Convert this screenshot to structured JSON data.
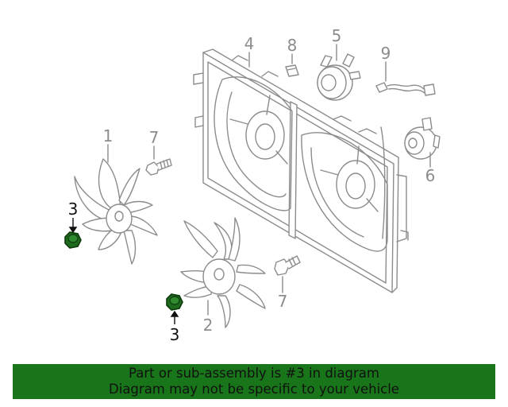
{
  "callouts": {
    "fan_left": "1",
    "fan_right": "2",
    "nut_left": "3",
    "nut_right": "3",
    "shroud": "4",
    "motor_top": "5",
    "motor_right": "6",
    "bolt_top": "7",
    "bolt_bottom": "7",
    "clip": "8",
    "harness": "9"
  },
  "banner": {
    "line1": "Part or sub-assembly is #3 in diagram",
    "line2": "Diagram may not be specific to your vehicle"
  },
  "colors": {
    "linework": "#8c8c8c",
    "highlight_part": "#1e6b1e",
    "banner_bg": "#197519"
  }
}
